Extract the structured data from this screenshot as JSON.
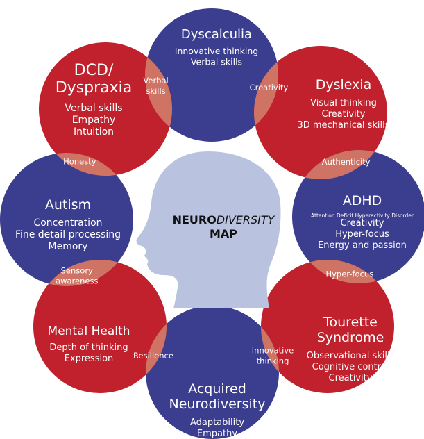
{
  "center": {
    "line1_bold": "NEURO",
    "line1_italic": "DIVERSITY",
    "line2": "MAP"
  },
  "colors": {
    "red": "#c0212c",
    "blue": "#3b3d8f",
    "overlap": "#cf7365",
    "head": "#b9c3df"
  },
  "petals": [
    {
      "id": "dyscalculia",
      "color": "blue",
      "title": [
        "Dyscalculia"
      ],
      "traits": [
        "Innovative thinking",
        "Verbal skills"
      ]
    },
    {
      "id": "dyslexia",
      "color": "red",
      "title": [
        "Dyslexia"
      ],
      "traits": [
        "Visual thinking",
        "Creativity",
        "3D mechanical skills"
      ]
    },
    {
      "id": "adhd",
      "color": "blue",
      "title": [
        "ADHD"
      ],
      "subtitle": "Attention Deficit Hyperactivity Disorder",
      "traits": [
        "Creativity",
        "Hyper-focus",
        "Energy and passion"
      ]
    },
    {
      "id": "tourette",
      "color": "red",
      "title": [
        "Tourette",
        "Syndrome"
      ],
      "traits": [
        "Observational skills",
        "Cognitive control",
        "Creativity"
      ]
    },
    {
      "id": "acquired",
      "color": "blue",
      "title": [
        "Acquired",
        "Neurodiversity"
      ],
      "traits": [
        "Adaptability",
        "Empathy"
      ]
    },
    {
      "id": "mental-health",
      "color": "red",
      "title": [
        "Mental Health"
      ],
      "traits": [
        "Depth of thinking",
        "Expression"
      ]
    },
    {
      "id": "autism",
      "color": "blue",
      "title": [
        "Autism"
      ],
      "traits": [
        "Concentration",
        "Fine detail processing",
        "Memory"
      ]
    },
    {
      "id": "dcd",
      "color": "red",
      "title": [
        "DCD/",
        "Dyspraxia"
      ],
      "traits": [
        "Verbal skills",
        "Empathy",
        "Intuition"
      ]
    }
  ],
  "overlaps": [
    {
      "id": "dyscalculia-dyslexia",
      "lines": [
        "Creativity"
      ]
    },
    {
      "id": "dyslexia-adhd",
      "lines": [
        "Authenticity"
      ]
    },
    {
      "id": "adhd-tourette",
      "lines": [
        "Hyper-focus"
      ]
    },
    {
      "id": "tourette-acquired",
      "lines": [
        "Innovative",
        "thinking"
      ]
    },
    {
      "id": "acquired-mental-health",
      "lines": [
        "Resilience"
      ]
    },
    {
      "id": "mental-health-autism",
      "lines": [
        "Sensory",
        "awareness"
      ]
    },
    {
      "id": "autism-dcd",
      "lines": [
        "Honesty"
      ]
    },
    {
      "id": "dcd-dyscalculia",
      "lines": [
        "Verbal",
        "skills"
      ]
    }
  ]
}
